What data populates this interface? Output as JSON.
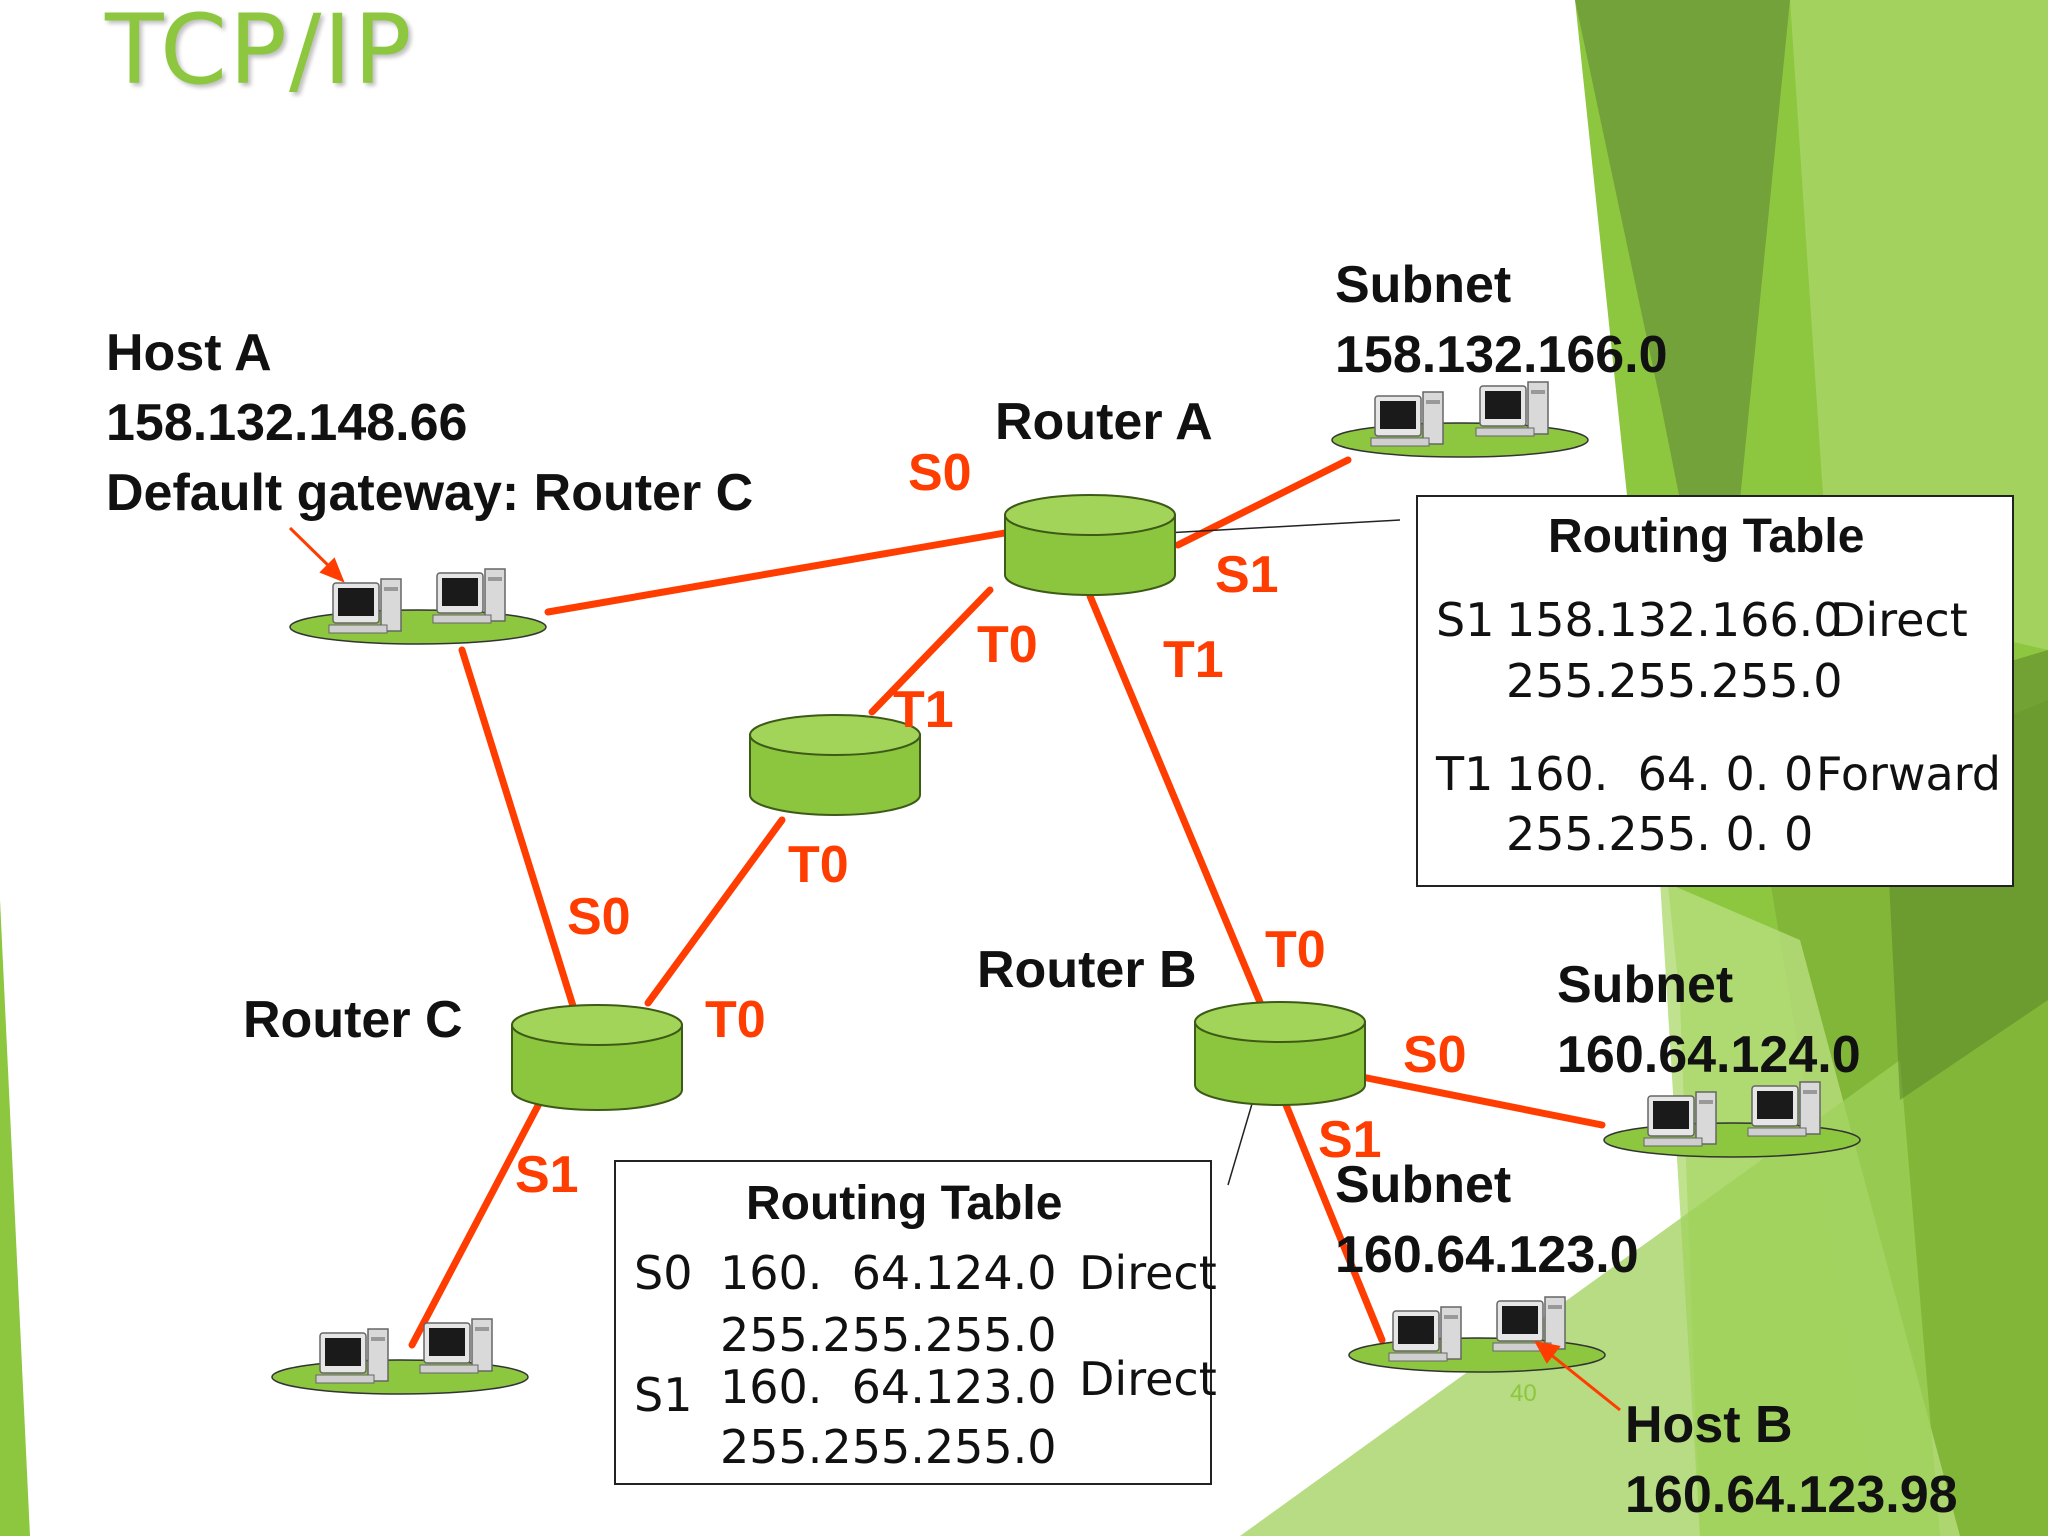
{
  "slide": {
    "title": "TCP/IP",
    "page_number": "40",
    "colors": {
      "accent_green": "#8dc63f",
      "link_red": "#ff3d00",
      "router_green": "#8cc63f"
    }
  },
  "host_a": {
    "name": "Host A",
    "ip": "158.132.148.66",
    "gateway": "Default gateway: Router C"
  },
  "host_b": {
    "name": "Host B",
    "ip": "160.64.123.98"
  },
  "routers": {
    "a": "Router A",
    "b": "Router B",
    "c": "Router C"
  },
  "subnets": {
    "s166": {
      "label": "Subnet",
      "ip": "158.132.166.0"
    },
    "s124": {
      "label": "Subnet",
      "ip": "160.64.124.0"
    },
    "s123": {
      "label": "Subnet",
      "ip": "160.64.123.0"
    }
  },
  "interfaces": {
    "ra_s0": "S0",
    "ra_s1": "S1",
    "ra_t0": "T0",
    "ra_t1": "T1",
    "mid_t1": "T1",
    "mid_t0": "T0",
    "rc_s0": "S0",
    "rc_t0": "T0",
    "rc_s1": "S1",
    "rb_t0": "T0",
    "rb_s0": "S0",
    "rb_s1": "S1"
  },
  "routing_table_a": {
    "heading": "Routing Table",
    "rows": [
      {
        "iface": "S1",
        "net": "158.132.166.0",
        "action": "Direct",
        "mask": "255.255.255.0"
      },
      {
        "iface": "T1",
        "net": "160.  64. 0. 0",
        "action": "Forward",
        "mask": "255.255. 0. 0"
      }
    ]
  },
  "routing_table_b": {
    "heading": "Routing Table",
    "rows": [
      {
        "iface": "S0",
        "net": "160.  64.124.0",
        "action": "Direct",
        "mask": "255.255.255.0"
      },
      {
        "iface": "S1",
        "net": "160.  64.123.0",
        "action": "Direct",
        "mask": "255.255.255.0"
      }
    ]
  },
  "icons": [
    "computer-icon",
    "router-icon",
    "arrow-icon"
  ]
}
